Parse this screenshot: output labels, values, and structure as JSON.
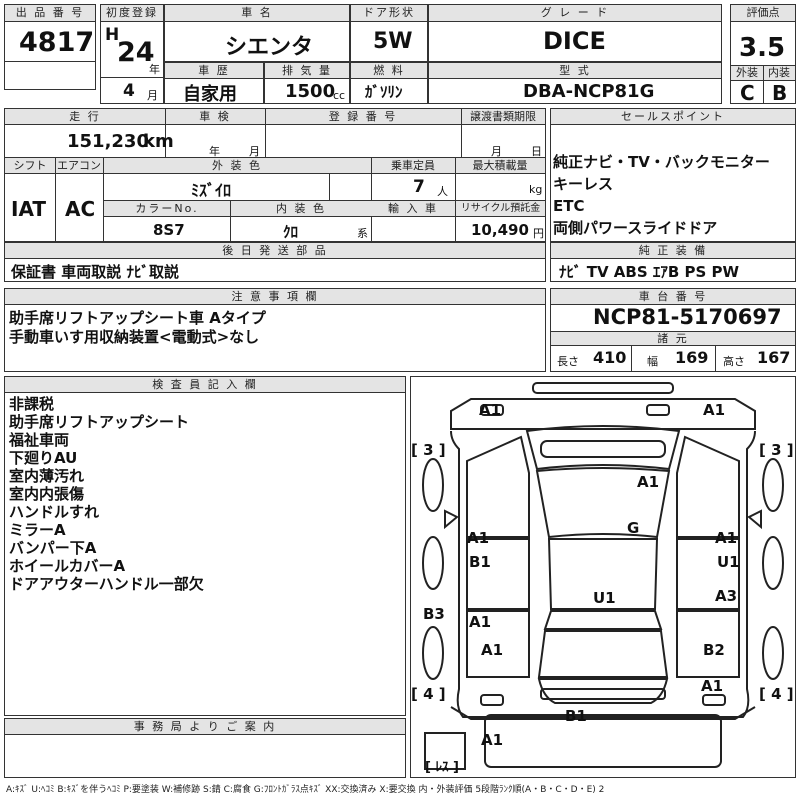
{
  "header": {
    "lot_no_label": "出 品 番 号",
    "lot_no": "4817",
    "first_reg_label": "初度登録",
    "era": "H",
    "year": "24",
    "year_unit": "年",
    "month": "4",
    "month_unit": "月",
    "car_name_label": "車 名",
    "car_name": "シエンタ",
    "door_label": "ドア形状",
    "door": "5W",
    "grade_label": "グ レ ー ド",
    "grade": "DICE",
    "score_label": "評価点",
    "score": "3.5",
    "history_label": "車 歴",
    "history": "自家用",
    "displacement_label": "排 気 量",
    "displacement": "1500",
    "displacement_unit": "cc",
    "fuel_label": "燃 料",
    "fuel": "ｶﾞｿﾘﾝ",
    "model_label": "型 式",
    "model": "DBA-NCP81G",
    "ext_label": "外装",
    "ext": "C",
    "int_label": "内装",
    "int": "B"
  },
  "row2": {
    "mileage_label": "走 行",
    "mileage": "151,230",
    "mileage_unit": "km",
    "inspection_label": "車 検",
    "insp_year": "年",
    "insp_month": "月",
    "plate_label": "登 録 番 号",
    "transfer_label": "譲渡書類期限",
    "trans_month": "月",
    "trans_day": "日",
    "shift_label": "シフト",
    "shift": "IAT",
    "ac_label": "エアコン",
    "ac": "AC",
    "color_label": "外 装 色",
    "color": "ﾐｽﾞｲﾛ",
    "capacity_label": "乗車定員",
    "capacity": "7",
    "capacity_unit": "人",
    "load_label": "最大積載量",
    "load_unit": "kg",
    "color_no_label": "カラーNo.",
    "color_no": "8S7",
    "interior_color_label": "内 装 色",
    "interior_color": "ｸﾛ",
    "interior_color_unit": "系",
    "import_label": "輸 入 車",
    "recycle_label": "リサイクル預託金",
    "recycle": "10,490",
    "recycle_unit": "円"
  },
  "sales": {
    "label": "セールスポイント",
    "items": [
      "純正ナビ・TV・バックモニター",
      "キーレス",
      "ETC",
      "両側パワースライドドア"
    ]
  },
  "docs": {
    "label": "後 日 発 送 部 品",
    "value": "保証書 車両取説 ﾅﾋﾞ取説"
  },
  "equipment": {
    "label": "純 正 装 備",
    "value": "ﾅﾋﾞ TV ABS ｴｱB PS PW"
  },
  "notes": {
    "label": "注 意 事 項 欄",
    "lines": [
      "助手席リフトアップシート車 Aタイプ",
      "手動車いす用収納装置<電動式>なし"
    ]
  },
  "chassis": {
    "label": "車 台 番 号",
    "value": "NCP81-5170697"
  },
  "specs": {
    "label": "諸 元",
    "length_label": "長さ",
    "length": "410",
    "width_label": "幅",
    "width": "169",
    "height_label": "高さ",
    "height": "167"
  },
  "inspector": {
    "label": "検 査 員 記 入 欄",
    "lines": [
      "非課税",
      "助手席リフトアップシート",
      "福祉車両",
      "下廻りAU",
      "室内薄汚れ",
      "室内内張傷",
      "ハンドルすれ",
      "ミラーA",
      "バンパー下A",
      "ホイールカバーA",
      "ドアアウターハンドル一部欠"
    ]
  },
  "office": {
    "label": "事 務 局 よ り ご 案 内"
  },
  "diagram": {
    "marks": [
      "A1",
      "A1",
      "[ 3 ]",
      "[ 3 ]",
      "A1",
      "G",
      "A1",
      "A1",
      "B1",
      "U1",
      "B3",
      "U1",
      "A3",
      "A1",
      "A1",
      "B2",
      "A1",
      "A1",
      "[ 4 ]",
      "[ 4 ]",
      "B1",
      "A1",
      "[ ﾚｽ ]"
    ]
  },
  "footer": "A:ｷｽﾞ U:ﾍｺﾐ B:ｷｽﾞを伴うﾍｺﾐ P:要塗装 W:補修跡 S:錆 C:腐食 G:ﾌﾛﾝﾄｶﾞﾗｽ点ｷｽﾞ XX:交換済み X:要交換 内・外装評価 5段階ﾗﾝｸ順(A・B・C・D・E) 2"
}
